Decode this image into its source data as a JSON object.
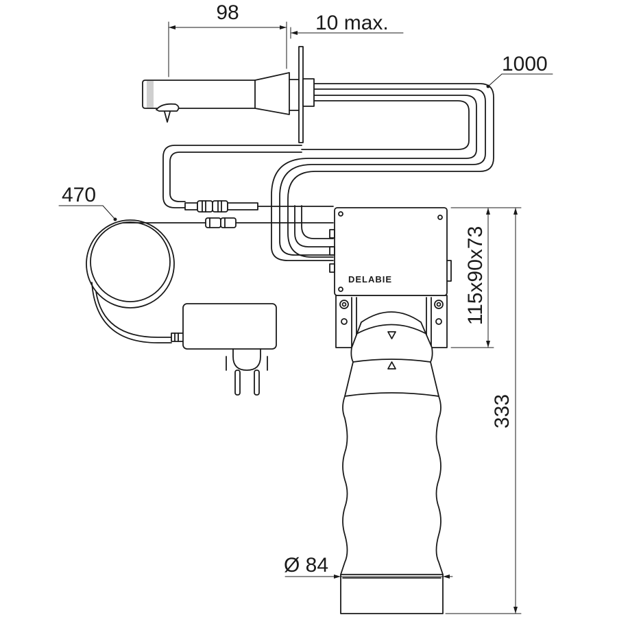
{
  "dimensions": {
    "spout_length": "98",
    "wall_thickness": "10 max.",
    "hose_length": "1000",
    "cable_length": "470",
    "box_size": "115x90x73",
    "total_height": "333",
    "diameter": "Ø 84"
  },
  "brand": "DELABIE",
  "colors": {
    "line": "#1a1a1a",
    "fill": "#ffffff",
    "shade": "#e6e6e6"
  }
}
